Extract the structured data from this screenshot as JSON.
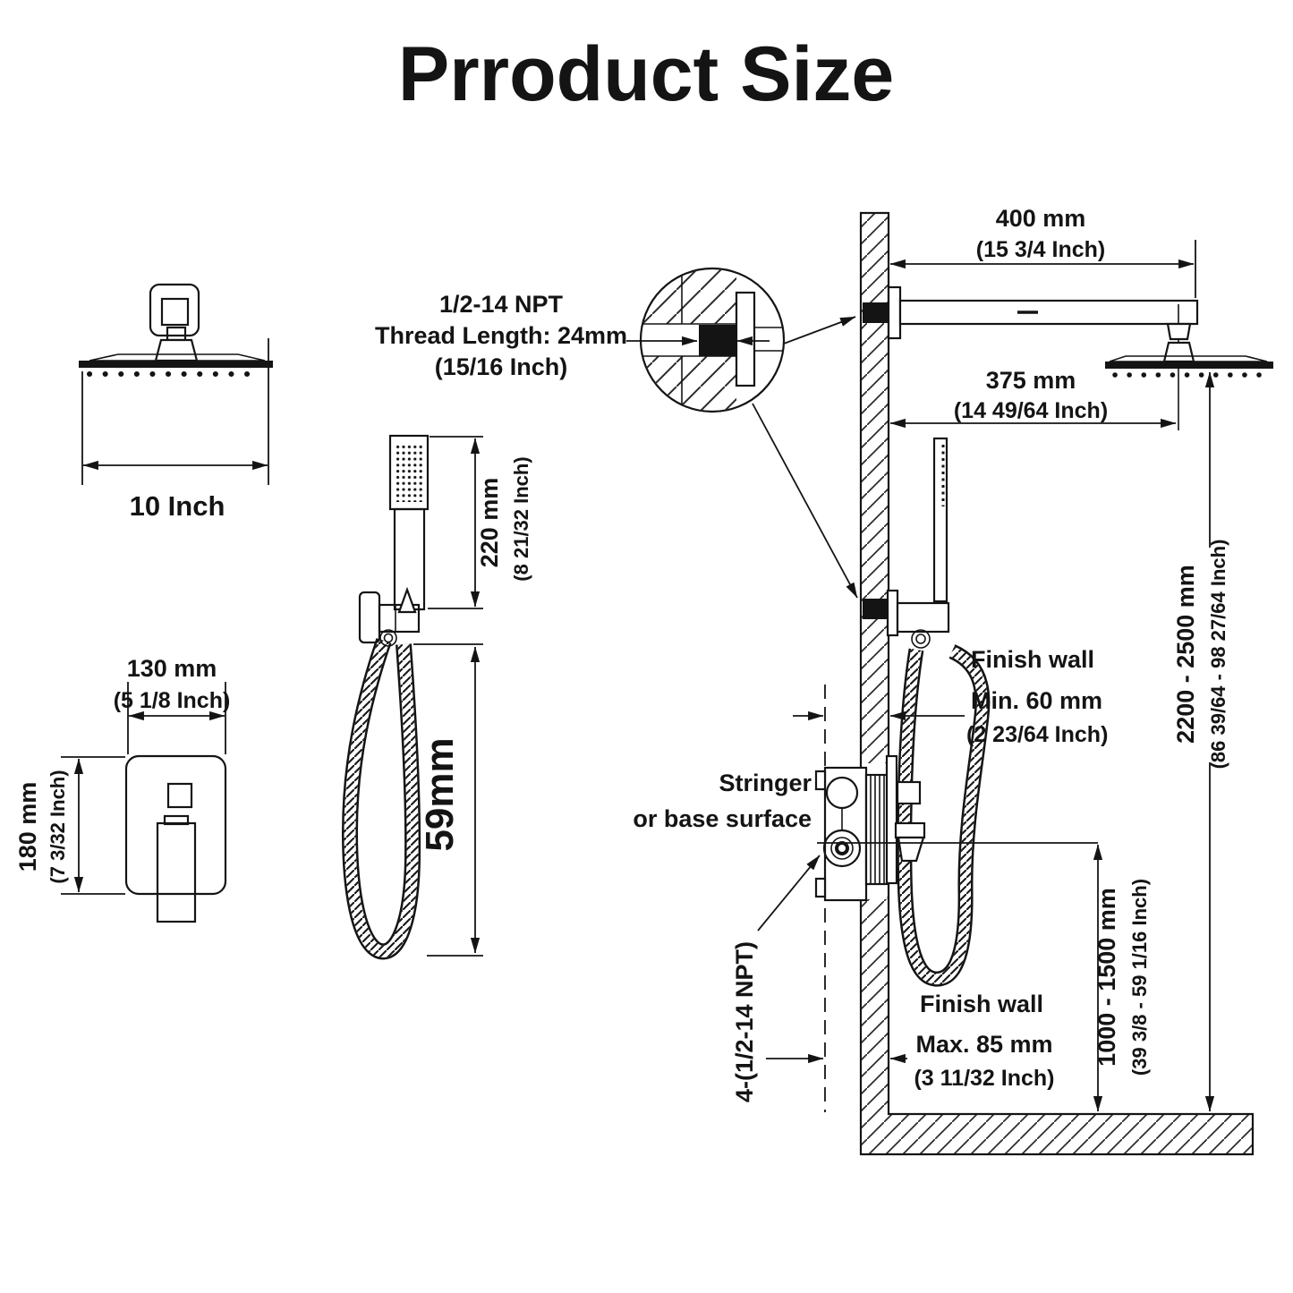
{
  "title": "Prroduct Size",
  "colors": {
    "title": "#1e2b4e",
    "ink": "#141414"
  },
  "head_side_view": {
    "width_label": "10 Inch"
  },
  "valve_front_view": {
    "width_mm": "130 mm",
    "width_in": "(5 1/8 Inch)",
    "height_mm": "180 mm",
    "height_in": "(7 3/32 Inch)"
  },
  "handheld_view": {
    "wand_mm": "220 mm",
    "wand_in": "(8 21/32 Inch)",
    "hose_label": "59mm"
  },
  "thread_detail": {
    "line1": "1/2-14 NPT",
    "line2": "Thread Length: 24mm",
    "line3": "(15/16 Inch)"
  },
  "installation_view": {
    "arm_mm": "400 mm",
    "arm_in": "(15 3/4 Inch)",
    "head_offset_mm": "375 mm",
    "head_offset_in": "(14 49/64 Inch)",
    "finish_wall_top": "Finish wall",
    "min_depth_mm": "Min. 60 mm",
    "min_depth_in": "(2 23/64 Inch)",
    "stringer_line1": "Stringer",
    "stringer_line2": "or base surface",
    "npt_label": "4-(1/2-14 NPT)",
    "finish_wall_bottom": "Finish wall",
    "max_depth_mm": "Max. 85 mm",
    "max_depth_in": "(3 11/32 Inch)",
    "valve_height_mm": "1000 - 1500 mm",
    "valve_height_in": "(39 3/8 - 59 1/16 Inch)",
    "head_height_mm": "2200 - 2500 mm",
    "head_height_in": "(86 39/64 - 98 27/64 Inch)"
  }
}
